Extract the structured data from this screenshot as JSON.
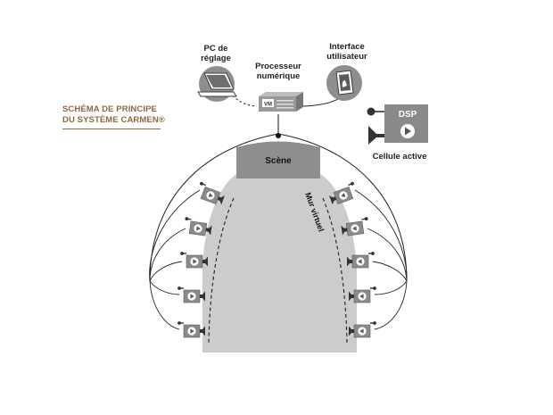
{
  "title": {
    "line1": "SCHÉMA DE PRINCIPE",
    "line2": "DU SYSTÈME CARMEN®"
  },
  "labels": {
    "pc": [
      "PC de",
      "réglage"
    ],
    "processor": [
      "Processeur",
      "numérique"
    ],
    "interface": [
      "Interface",
      "utilisateur"
    ],
    "stage": "Scène",
    "virtual_wall": "Mur virtuel",
    "active_cell": "Cellule active",
    "dsp": "DSP",
    "processor_badge": "VM"
  },
  "colors": {
    "title": "#8b6a3d",
    "hall": "#cccccc",
    "stage": "#8e8e8e",
    "device": "#8a8a8a",
    "dark": "#333333",
    "line": "#222222"
  },
  "icons": {
    "pc": "laptop-icon",
    "processor": "processor-rack-icon",
    "interface": "touch-tablet-icon",
    "cell": "active-cell-icon",
    "speaker": "speaker-icon",
    "microphone": "microphone-icon"
  }
}
